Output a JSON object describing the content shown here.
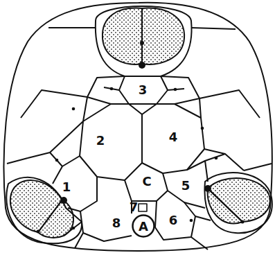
{
  "diagram": {
    "nodes": [
      {
        "text": [
          "A"
        ]
      }
    ],
    "labels": [
      "3",
      "2",
      "4",
      "1",
      "C",
      "5",
      "7",
      "8",
      "6"
    ]
  }
}
